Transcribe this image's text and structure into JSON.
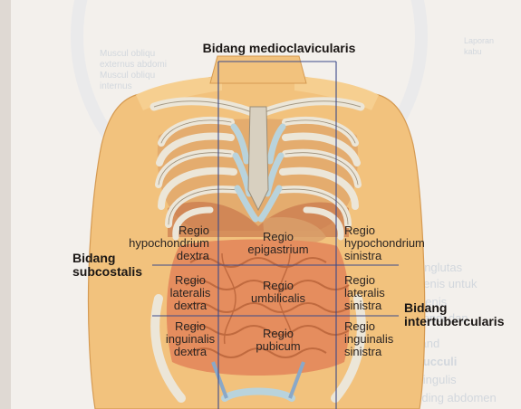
{
  "planes": {
    "midclavicular": "Bidang medioclavicularis",
    "subcostal": [
      "Bidang",
      "subcostalis"
    ],
    "intertubercular": [
      "Bidang",
      "intertubercularis"
    ]
  },
  "regions": {
    "hypochondrium_dextra": [
      "Regio",
      "hypochondrium",
      "dextra"
    ],
    "epigastrium": [
      "Regio",
      "epigastrium"
    ],
    "hypochondrium_sinistra": [
      "Regio",
      "hypochondrium",
      "sinistra"
    ],
    "lateralis_dextra": [
      "Regio",
      "lateralis",
      "dextra"
    ],
    "umbilicalis": [
      "Regio",
      "umbilicalis"
    ],
    "lateralis_sinistra": [
      "Regio",
      "lateralis",
      "sinistra"
    ],
    "inguinalis_dextra": [
      "Regio",
      "inguinalis",
      "dextra"
    ],
    "pubicum": [
      "Regio",
      "pubicum"
    ],
    "inguinalis_sinistra": [
      "Regio",
      "inguinalis",
      "sinistra"
    ]
  },
  "background_text": {
    "right_lines": [
      "den inglutas",
      "penis untuk",
      "penis",
      "pudendi dan",
      "urand",
      "Mucculi",
      "Tringulis",
      "dinding abdomen"
    ],
    "top_right": [
      "Laporan",
      "kabu"
    ],
    "top_left": [
      "Muscul obliqu",
      "externus abdomi",
      "Muscul obliqu",
      "internus"
    ]
  },
  "colors": {
    "skin": "#f2c27d",
    "bone": "#ece6d8",
    "cartilage": "#b9d3dc",
    "intestine": "#e58d5e",
    "lines": "#3b4a8a"
  }
}
